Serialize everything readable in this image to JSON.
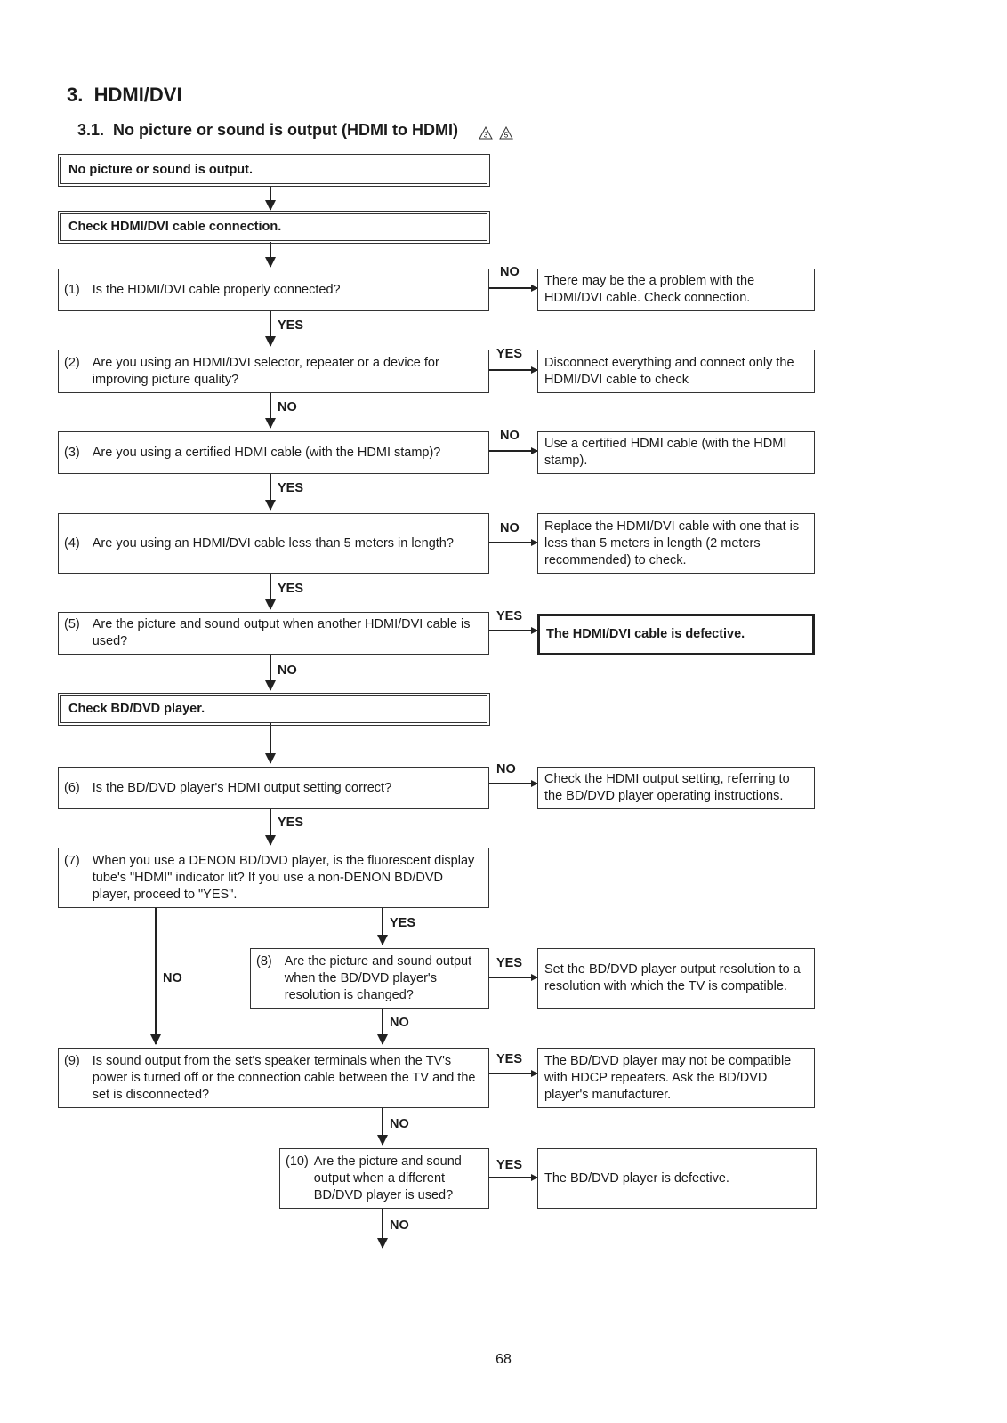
{
  "section": {
    "number": "3.",
    "title": "HDMI/DVI"
  },
  "subsection": {
    "number": "3.1.",
    "title": "No picture or sound is output (HDMI to HDMI)",
    "warning_marks": [
      "3",
      "5"
    ]
  },
  "flow": {
    "start": "No picture or sound is output.",
    "check_cable": "Check HDMI/DVI cable connection.",
    "check_player": "Check BD/DVD player.",
    "questions": [
      {
        "num": "(1)",
        "text": "Is the HDMI/DVI cable properly connected?"
      },
      {
        "num": "(2)",
        "text": "Are you using an HDMI/DVI selector, repeater or a device for improving picture quality?"
      },
      {
        "num": "(3)",
        "text": "Are you using a certified HDMI cable (with the HDMI stamp)?"
      },
      {
        "num": "(4)",
        "text": "Are you using an HDMI/DVI cable less than 5 meters in length?"
      },
      {
        "num": "(5)",
        "text": "Are the picture and sound output when another HDMI/DVI cable is used?"
      },
      {
        "num": "(6)",
        "text": "Is the BD/DVD player's HDMI output setting correct?"
      },
      {
        "num": "(7)",
        "text": "When you use a DENON BD/DVD player, is the fluorescent display tube's \"HDMI\" indicator lit? If you use a non-DENON BD/DVD player, proceed to \"YES\"."
      },
      {
        "num": "(8)",
        "text": "Are the picture and sound output when the BD/DVD player's resolution is changed?"
      },
      {
        "num": "(9)",
        "text": "Is sound output from the set's speaker terminals when the TV's power is turned off or the connection cable between the TV and the set is disconnected?"
      },
      {
        "num": "(10)",
        "text": "Are the picture and sound output when a different BD/DVD player is used?"
      }
    ],
    "results": [
      "There may be the a problem with the HDMI/DVI cable. Check connection.",
      "Disconnect everything and connect only the HDMI/DVI cable to check",
      "Use a certified HDMI cable (with the HDMI stamp).",
      "Replace the HDMI/DVI cable with one that is less than 5 meters in length (2 meters recommended) to check.",
      "The HDMI/DVI cable is defective.",
      "Check the HDMI output setting, referring to the BD/DVD player operating instructions.",
      "Set the BD/DVD player output resolution to a resolution with which the TV is compatible.",
      "The BD/DVD player may not be compatible with HDCP repeaters. Ask the BD/DVD player's manufacturer.",
      "The BD/DVD player is defective."
    ],
    "labels": {
      "yes": "YES",
      "no": "NO"
    }
  },
  "page_number": "68"
}
